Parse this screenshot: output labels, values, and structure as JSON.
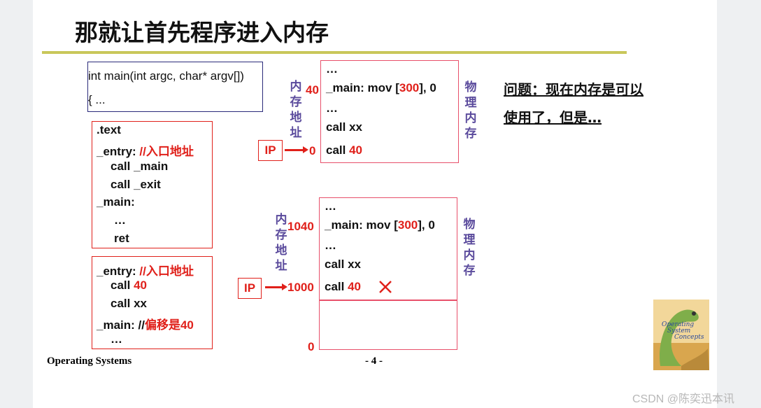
{
  "slide": {
    "title": "那就让首先程序进入内存"
  },
  "c_code": {
    "line1": "int main(int argc, char* argv[])",
    "line2": "{ ..."
  },
  "asm1": {
    "text": ".text",
    "entry_label": "_entry: ",
    "entry_comment": "//入口地址",
    "call_main": "call _main",
    "call_exit": "call _exit",
    "main_label": "_main:",
    "ellipsis": "…",
    "ret": "ret"
  },
  "asm2": {
    "entry_label": "_entry: ",
    "entry_comment": "//入口地址",
    "call_prefix": "call ",
    "call_value": "40",
    "call_xx": "call xx",
    "main_label": "_main: //",
    "main_comment": "偏移是40",
    "ellipsis": "…"
  },
  "mem1": {
    "address_label": "内存地址",
    "physical_label": "物理内存",
    "addr_top": "40",
    "addr_bottom": "0",
    "ip_label": "IP",
    "line1": "…",
    "mov_prefix": "_main: mov [",
    "mov_addr": "300",
    "mov_suffix": "],  0",
    "line3": "…",
    "line4": "call xx",
    "call_prefix": "call ",
    "call_value": "40"
  },
  "mem2": {
    "address_label": "内存地址",
    "physical_label": "物理内存",
    "addr_top": "1040",
    "addr_mid": "1000",
    "addr_bottom": "0",
    "ip_label": "IP",
    "line1": "…",
    "mov_prefix": "_main: mov [",
    "mov_addr": "300",
    "mov_suffix": "],  0",
    "line3": "…",
    "line4": "call xx",
    "call_prefix": "call ",
    "call_value": "40"
  },
  "question": {
    "line1": "问题：现在内存是可以",
    "line2": "使用了，但是…"
  },
  "footer": {
    "course": "Operating Systems",
    "page": "- 4 -"
  },
  "book": {
    "title_line1": "Operating",
    "title_line2": "System",
    "title_line3": "Concepts"
  },
  "watermark": "CSDN @陈奕迅本讯"
}
